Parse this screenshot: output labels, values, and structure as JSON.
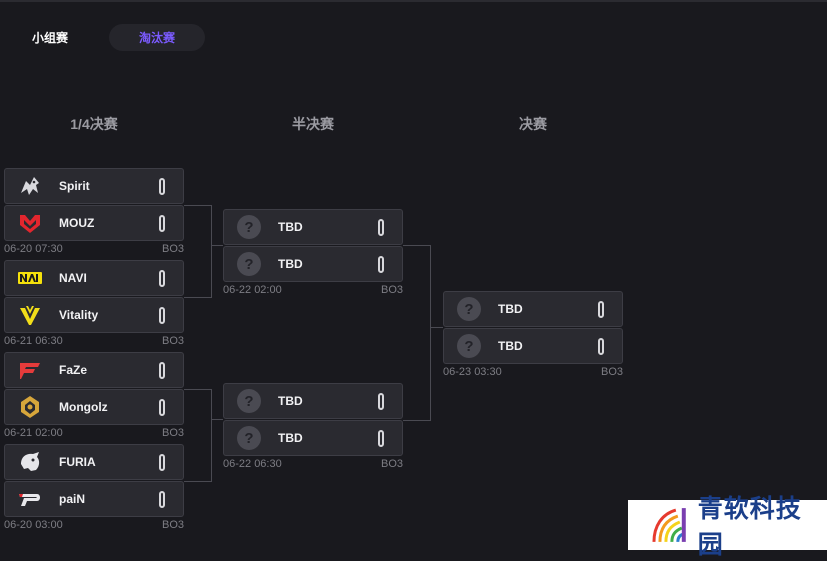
{
  "tabs": [
    {
      "label": "小组赛",
      "active": false
    },
    {
      "label": "淘汰赛",
      "active": true
    }
  ],
  "rounds": [
    "1/4决赛",
    "半决赛",
    "决赛"
  ],
  "matches": [
    {
      "teams": [
        {
          "name": "Spirit",
          "score": "0",
          "logo": "spirit-icon"
        },
        {
          "name": "MOUZ",
          "score": "0",
          "logo": "mouz-icon"
        }
      ],
      "date": "06-20 07:30",
      "format": "BO3"
    },
    {
      "teams": [
        {
          "name": "NAVI",
          "score": "0",
          "logo": "navi-icon"
        },
        {
          "name": "Vitality",
          "score": "0",
          "logo": "vitality-icon"
        }
      ],
      "date": "06-21 06:30",
      "format": "BO3"
    },
    {
      "teams": [
        {
          "name": "FaZe",
          "score": "0",
          "logo": "faze-icon"
        },
        {
          "name": "Mongolz",
          "score": "0",
          "logo": "mongolz-icon"
        }
      ],
      "date": "06-21 02:00",
      "format": "BO3"
    },
    {
      "teams": [
        {
          "name": "FURIA",
          "score": "0",
          "logo": "furia-icon"
        },
        {
          "name": "paiN",
          "score": "0",
          "logo": "pain-icon"
        }
      ],
      "date": "06-20 03:00",
      "format": "BO3"
    },
    {
      "teams": [
        {
          "name": "TBD",
          "score": "0",
          "logo": "question-icon"
        },
        {
          "name": "TBD",
          "score": "0",
          "logo": "question-icon"
        }
      ],
      "date": "06-22 02:00",
      "format": "BO3"
    },
    {
      "teams": [
        {
          "name": "TBD",
          "score": "0",
          "logo": "question-icon"
        },
        {
          "name": "TBD",
          "score": "0",
          "logo": "question-icon"
        }
      ],
      "date": "06-22 06:30",
      "format": "BO3"
    },
    {
      "teams": [
        {
          "name": "TBD",
          "score": "0",
          "logo": "question-icon"
        },
        {
          "name": "TBD",
          "score": "0",
          "logo": "question-icon"
        }
      ],
      "date": "06-23 03:30",
      "format": "BO3"
    }
  ],
  "tbd_symbol": "?",
  "watermark": {
    "text": "青软科技园"
  },
  "colors": {
    "background": "#19191e",
    "card": "#2a2a30",
    "accent": "#7b5bff",
    "muted": "#7d7d84"
  }
}
